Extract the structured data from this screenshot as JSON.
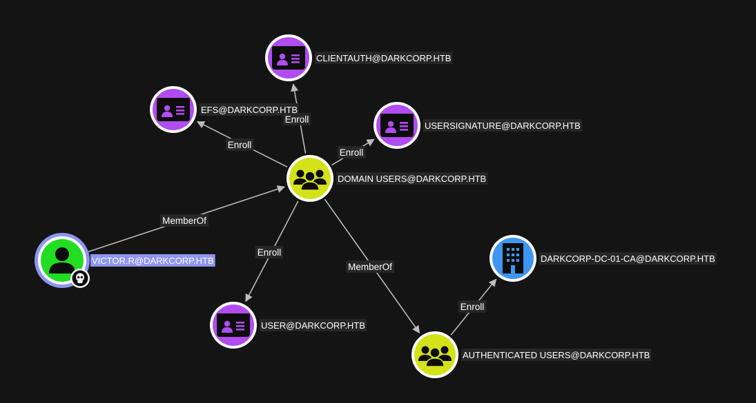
{
  "graph": {
    "nodes": [
      {
        "id": "domain_users",
        "label": "DOMAIN USERS@DARKCORP.HTB",
        "kind": "group",
        "color": "#d4e21a",
        "selected": false,
        "owned": false
      },
      {
        "id": "clientauth",
        "label": "CLIENTAUTH@DARKCORP.HTB",
        "kind": "cert-template",
        "color": "#b14cf0",
        "selected": false,
        "owned": false
      },
      {
        "id": "efs",
        "label": "EFS@DARKCORP.HTB",
        "kind": "cert-template",
        "color": "#b14cf0",
        "selected": false,
        "owned": false
      },
      {
        "id": "usersignature",
        "label": "USERSIGNATURE@DARKCORP.HTB",
        "kind": "cert-template",
        "color": "#b14cf0",
        "selected": false,
        "owned": false
      },
      {
        "id": "victor",
        "label": "VICTOR.R@DARKCORP.HTB",
        "kind": "user",
        "color": "#22dd22",
        "selected": true,
        "owned": true
      },
      {
        "id": "user_tpl",
        "label": "USER@DARKCORP.HTB",
        "kind": "cert-template",
        "color": "#b14cf0",
        "selected": false,
        "owned": false
      },
      {
        "id": "dc_ca",
        "label": "DARKCORP-DC-01-CA@DARKCORP.HTB",
        "kind": "enterprise-ca",
        "color": "#3f96f0",
        "selected": false,
        "owned": false
      },
      {
        "id": "auth_users",
        "label": "AUTHENTICATED USERS@DARKCORP.HTB",
        "kind": "group",
        "color": "#d4e21a",
        "selected": false,
        "owned": false
      }
    ],
    "edges": [
      {
        "from": "domain_users",
        "to": "clientauth",
        "label": "Enroll"
      },
      {
        "from": "domain_users",
        "to": "efs",
        "label": "Enroll"
      },
      {
        "from": "domain_users",
        "to": "usersignature",
        "label": "Enroll"
      },
      {
        "from": "victor",
        "to": "domain_users",
        "label": "MemberOf"
      },
      {
        "from": "domain_users",
        "to": "user_tpl",
        "label": "Enroll"
      },
      {
        "from": "domain_users",
        "to": "auth_users",
        "label": "MemberOf"
      },
      {
        "from": "auth_users",
        "to": "dc_ca",
        "label": "Enroll"
      }
    ],
    "colors": {
      "background": "#141414",
      "edge": "#bdbdbd",
      "label_bg": "#262626",
      "selected_label_bg": "#8e95f0",
      "selected_ring": "#8e95f0"
    }
  }
}
